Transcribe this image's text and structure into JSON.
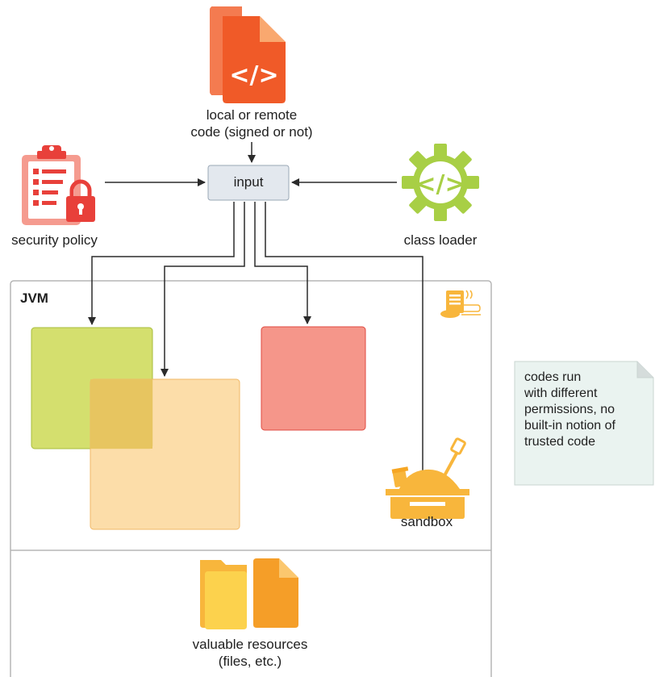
{
  "top_code": {
    "label_line1": "local or remote",
    "label_line2": "code (signed or not)",
    "glyph": "</>"
  },
  "input_box": {
    "label": "input"
  },
  "security_policy": {
    "label": "security policy"
  },
  "class_loader": {
    "label": "class loader",
    "glyph": "</>"
  },
  "jvm": {
    "label": "JVM"
  },
  "sandbox": {
    "label": "sandbox"
  },
  "resources": {
    "label_line1": "valuable resources",
    "label_line2": "(files, etc.)"
  },
  "note": {
    "lines": [
      "codes run",
      "with different",
      "permissions, no",
      "built-in notion of",
      "trusted code"
    ]
  },
  "colors": {
    "code_doc": "#f05a28",
    "code_doc_back": "#f47b50",
    "code_doc_fold": "#f9a86f",
    "policy": "#e8403a",
    "policy_light": "#f59b8f",
    "gear": "#a8cf45",
    "jvm_border": "#b5b5b5",
    "input_fill": "#e3e8ee",
    "green_box": "#d4df6e",
    "orange_box": "#fcd79a",
    "red_box": "#f5968a",
    "folder": "#f8b63c",
    "note_fill": "#eaf3f0",
    "arrow": "#2b2b2b"
  }
}
